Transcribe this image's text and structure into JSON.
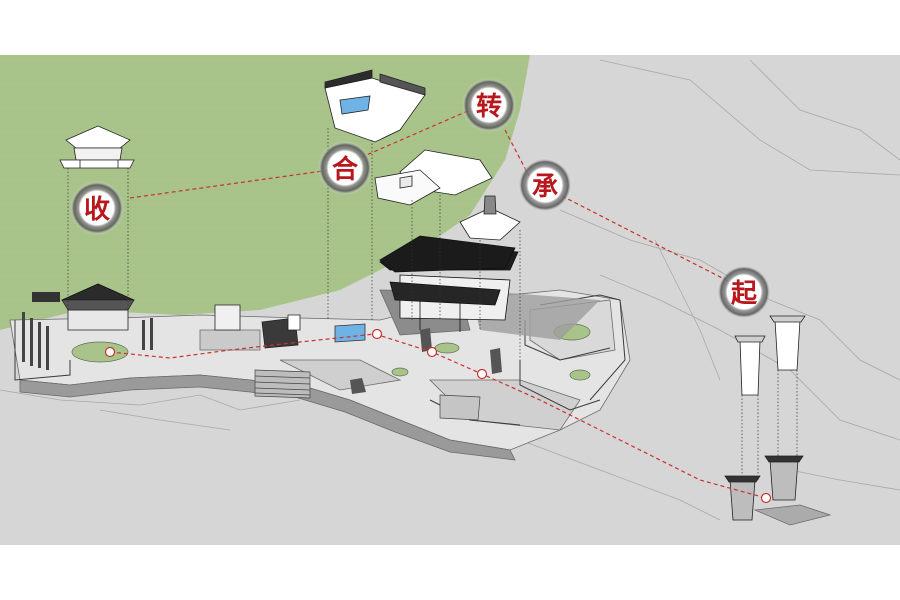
{
  "labels": {
    "qi": "起",
    "cheng": "承",
    "zhuan": "转",
    "he": "合",
    "shou": "收"
  },
  "colors": {
    "background": "#ffffff",
    "terrain": "#d4d4d4",
    "grass": "#a7c389",
    "accent_red": "#b8171c",
    "path_red": "#c8322e"
  }
}
